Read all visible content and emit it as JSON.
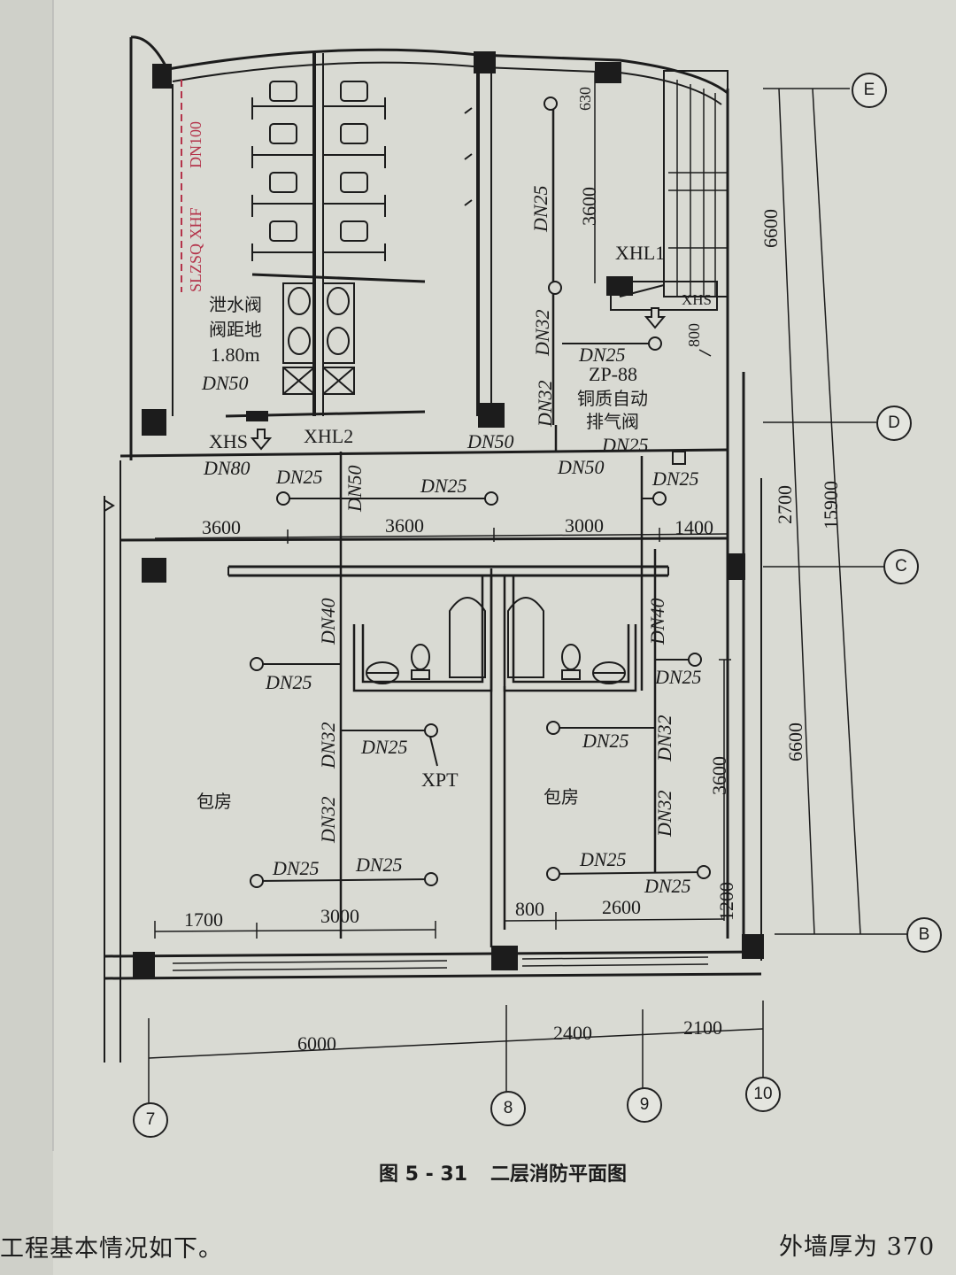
{
  "drawing": {
    "caption_number": "图 5 - 31",
    "caption_title": "二层消防平面图",
    "axes": {
      "E": "E",
      "D": "D",
      "C": "C",
      "B": "B",
      "a7": "7",
      "a8": "8",
      "a9": "9",
      "a10": "10"
    },
    "dims": {
      "top_3600a": "3600",
      "top_3600b": "3600",
      "top_3000": "3000",
      "top_1400": "1400",
      "right_6600a": "6600",
      "right_2700": "2700",
      "right_15900": "15900",
      "right_6600b": "6600",
      "riser_3600": "3600",
      "riser_630": "630",
      "riser_800": "800",
      "room_3600": "3600",
      "room_1200": "1200",
      "bot_1700": "1700",
      "bot_3000": "3000",
      "bot_800": "800",
      "bot_2600": "2600",
      "axis_6000": "6000",
      "axis_2400": "2400",
      "axis_2100": "2100"
    },
    "pipes": {
      "dn100": "DN100",
      "dn50_left": "DN50",
      "dn50_mid": "DN50",
      "dn50_corr": "DN50",
      "dn50_vert": "DN50",
      "dn80": "DN80",
      "dn25_1": "DN25",
      "dn25_2": "DN25",
      "dn25_3": "DN25",
      "dn25_4": "DN25",
      "dn25_5": "DN25",
      "dn25_right_riser": "DN25",
      "dn25_top_riser": "DN25",
      "dn32_1": "DN32",
      "dn32_2": "DN32",
      "dn40_l": "DN40",
      "dn40_r": "DN40",
      "dn32_l1": "DN32",
      "dn32_l2": "DN32",
      "dn32_r1": "DN32",
      "dn32_r2": "DN32",
      "dn25_l1": "DN25",
      "dn25_l2": "DN25",
      "dn25_l3": "DN25",
      "dn25_l4": "DN25",
      "dn25_r1": "DN25",
      "dn25_r2": "DN25",
      "dn25_r3": "DN25",
      "dn25_r4": "DN25"
    },
    "tags": {
      "xhl1": "XHL1",
      "xhl2": "XHL2",
      "xhs_left": "XHS",
      "xhs_right": "XHS",
      "xpt": "XPT",
      "zp88": "ZP-88",
      "valve_line1": "铜质自动",
      "valve_line2": "排气阀",
      "drain_line1": "泄水阀",
      "drain_line2": "阀距地",
      "drain_line3": "1.80m",
      "sign": "SLZSQ XHF",
      "room_left": "包房",
      "room_right": "包房"
    }
  },
  "page_text": {
    "line1": "工程基本情况如下。",
    "line2": "外墙厚为 370"
  },
  "colors": {
    "ink": "#1c1c1c",
    "paper": "#d9dad3",
    "red_annotation": "#b4334a"
  }
}
